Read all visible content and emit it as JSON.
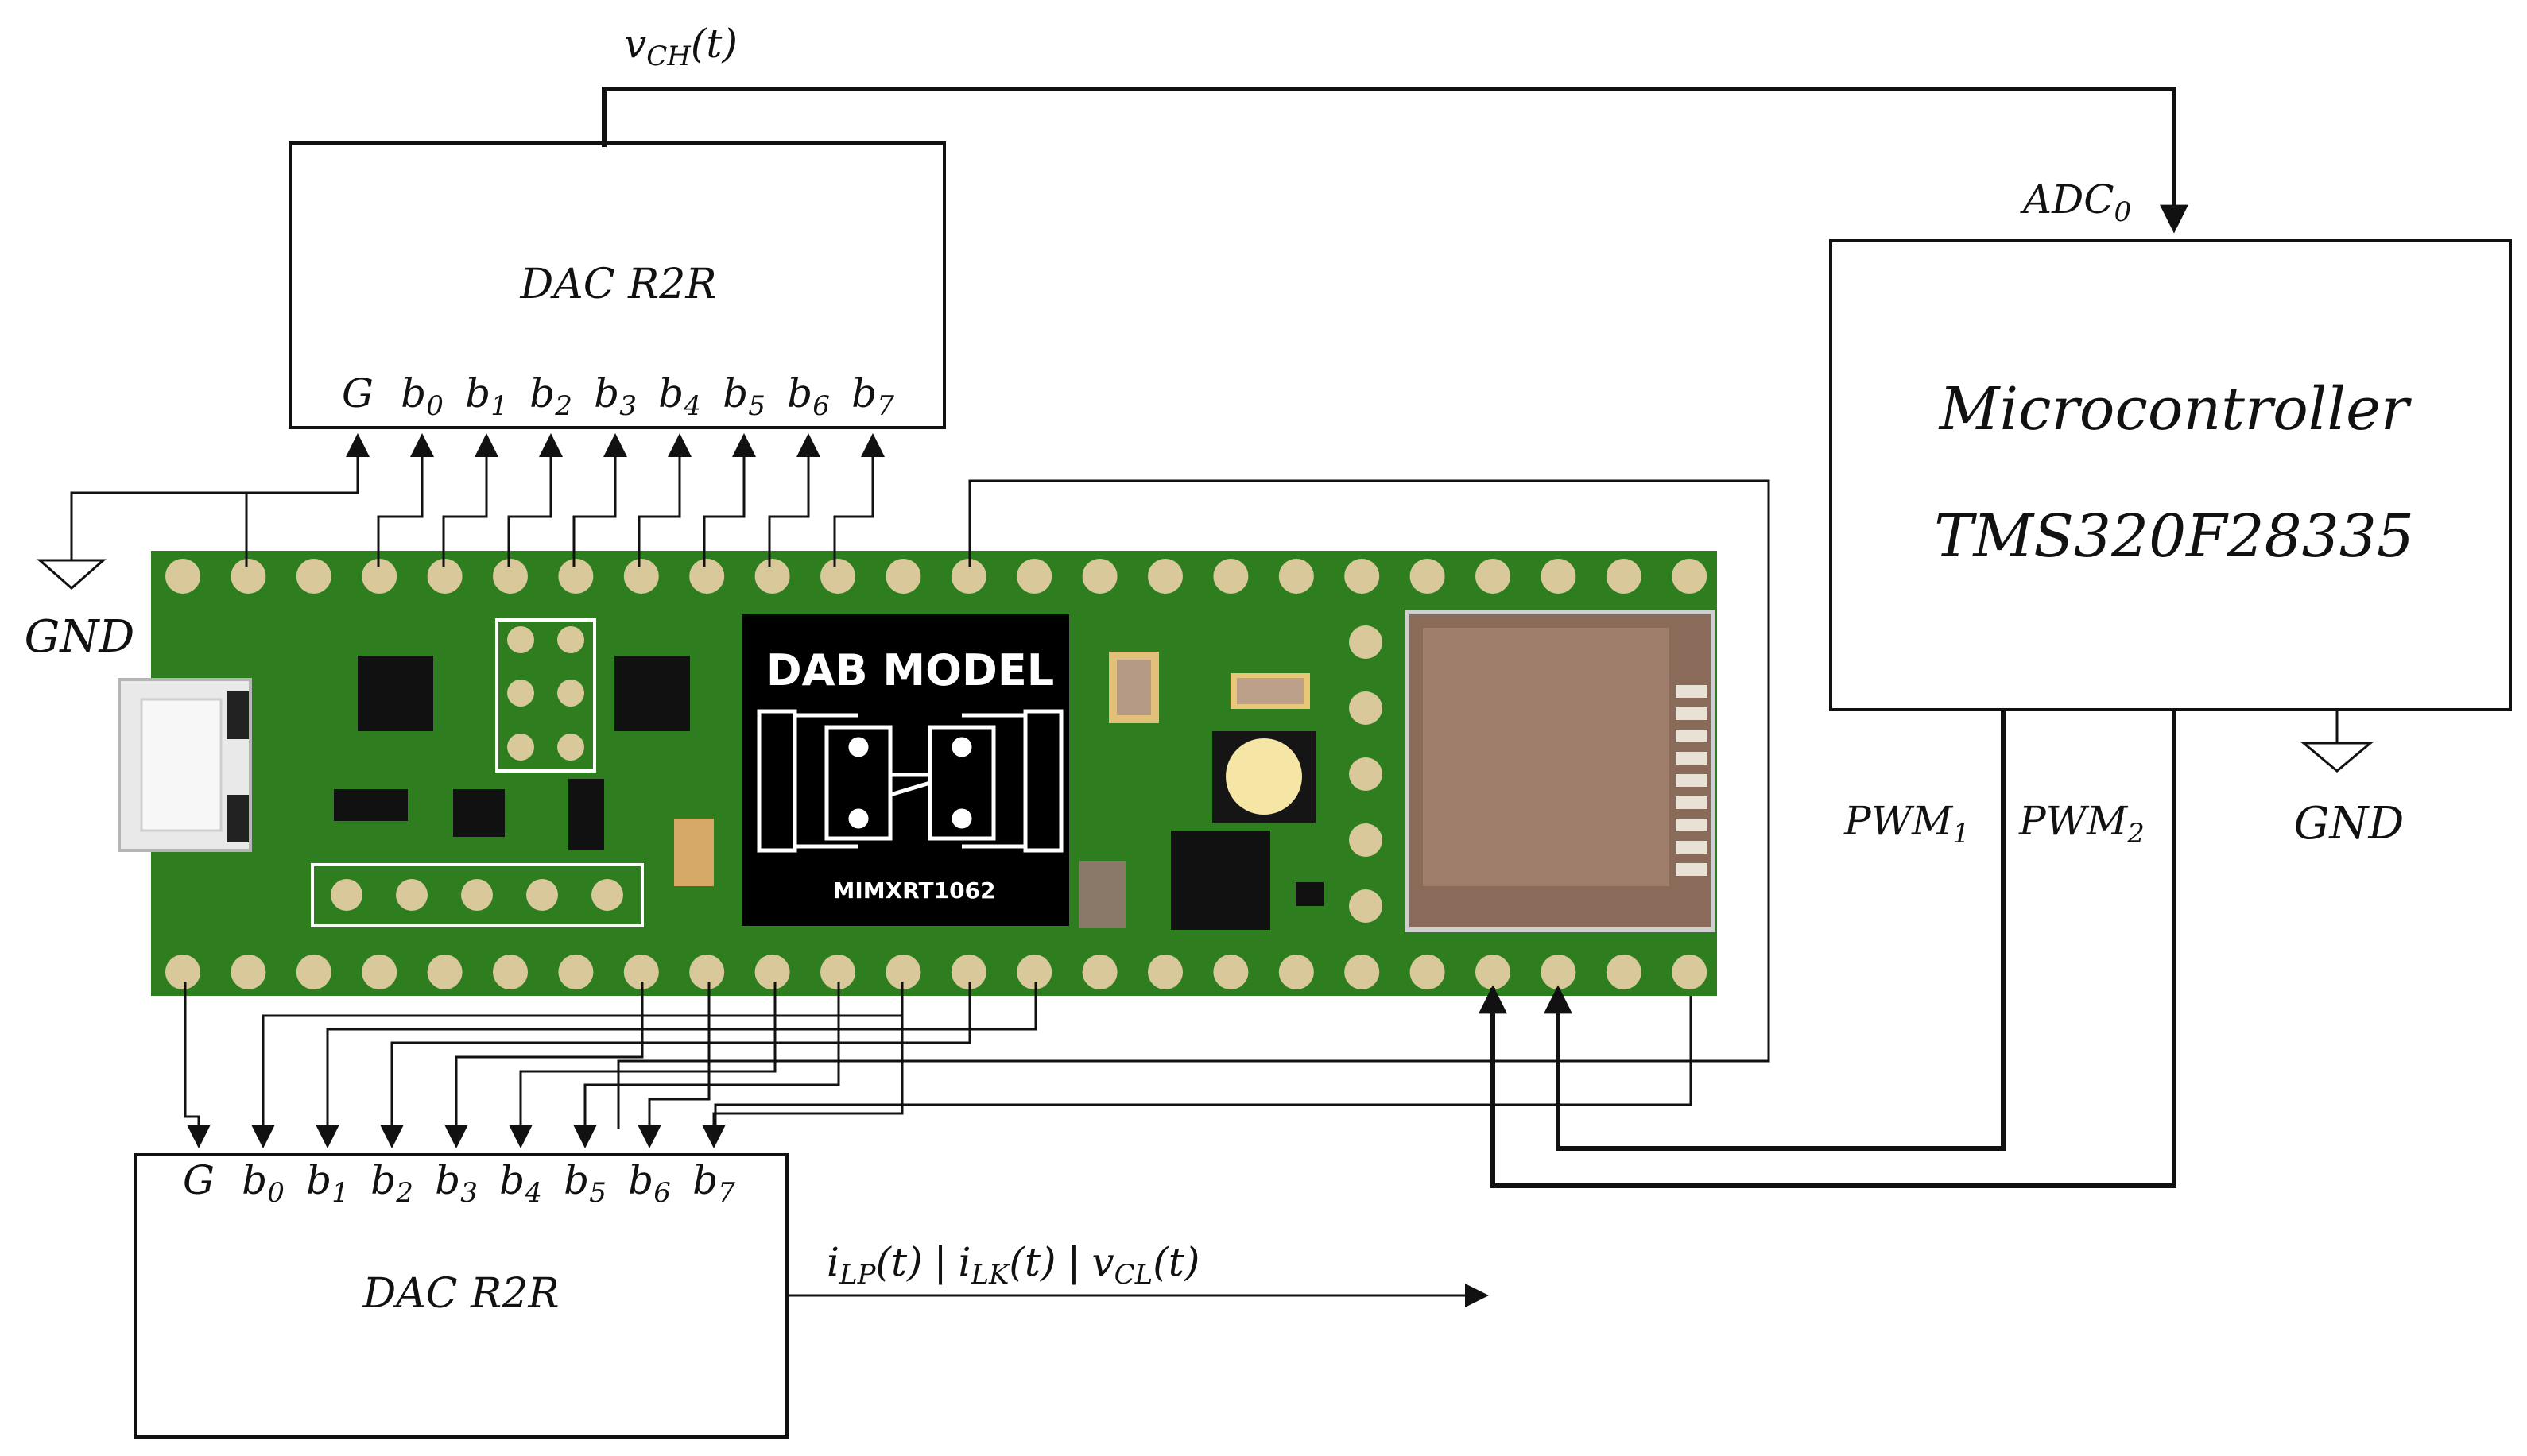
{
  "top_dac": {
    "signal": "v_CH(t)",
    "signal_main": "v",
    "signal_sub": "CH",
    "signal_arg": "(t)",
    "title": "DAC R2R",
    "pins": [
      "G",
      "b",
      "b",
      "b",
      "b",
      "b",
      "b",
      "b",
      "b"
    ],
    "pin_subs": [
      "",
      "0",
      "1",
      "2",
      "3",
      "4",
      "5",
      "6",
      "7"
    ]
  },
  "bottom_dac": {
    "title": "DAC R2R",
    "pins": [
      "G",
      "b",
      "b",
      "b",
      "b",
      "b",
      "b",
      "b",
      "b"
    ],
    "pin_subs": [
      "",
      "0",
      "1",
      "2",
      "3",
      "4",
      "5",
      "6",
      "7"
    ],
    "output": {
      "s1_main": "i",
      "s1_sub": "LP",
      "s1_arg": "(t)",
      "sep": "|",
      "s2_main": "i",
      "s2_sub": "LK",
      "s2_arg": "(t)",
      "s3_main": "v",
      "s3_sub": "CL",
      "s3_arg": "(t)"
    }
  },
  "microcontroller": {
    "title": "Microcontroller",
    "model": "TMS320F28335",
    "adc_main": "ADC",
    "adc_sub": "0",
    "pwm1_main": "PWM",
    "pwm1_sub": "1",
    "pwm2_main": "PWM",
    "pwm2_sub": "2",
    "gnd": "GND"
  },
  "board": {
    "chip_label": "DAB MODEL",
    "chip_part": "MIMXRT1062",
    "pcb_color": "#2e7d1f",
    "pad_color": "#d8c89a"
  },
  "gnd_left": "GND"
}
